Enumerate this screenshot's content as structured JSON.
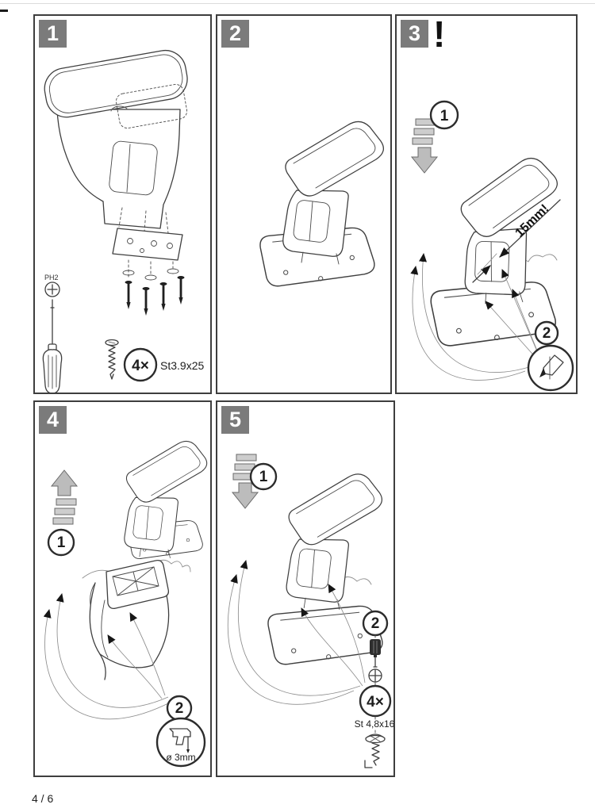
{
  "page": {
    "number": "4 / 6"
  },
  "colors": {
    "badge_bg": "#7b7b7b",
    "badge_text": "#ffffff",
    "panel_border": "#3e3e3e",
    "line": "#3f3f3f",
    "stripe_arrow_fill": "#bcbcbc",
    "stripe_bar_fill": "#cdcdcd"
  },
  "icons": {
    "panel3_tool": "marker-pen",
    "panel4_tool": "drill",
    "panel5_tool": "screwdriver-phillips",
    "panel1_tool": "screwdriver-phillips"
  },
  "panels": [
    {
      "badge": "1",
      "tool_label": "PH2",
      "count": "4×",
      "screw_spec": "St3.9x25"
    },
    {
      "badge": "2"
    },
    {
      "badge": "3",
      "warning": "!",
      "step1": "1",
      "step2": "2",
      "dimension": "15mm!"
    },
    {
      "badge": "4",
      "step1": "1",
      "step2": "2",
      "drill_spec": "ø 3mm"
    },
    {
      "badge": "5",
      "step1": "1",
      "step2": "2",
      "count": "4×",
      "screw_spec": "St 4,8x16"
    }
  ]
}
